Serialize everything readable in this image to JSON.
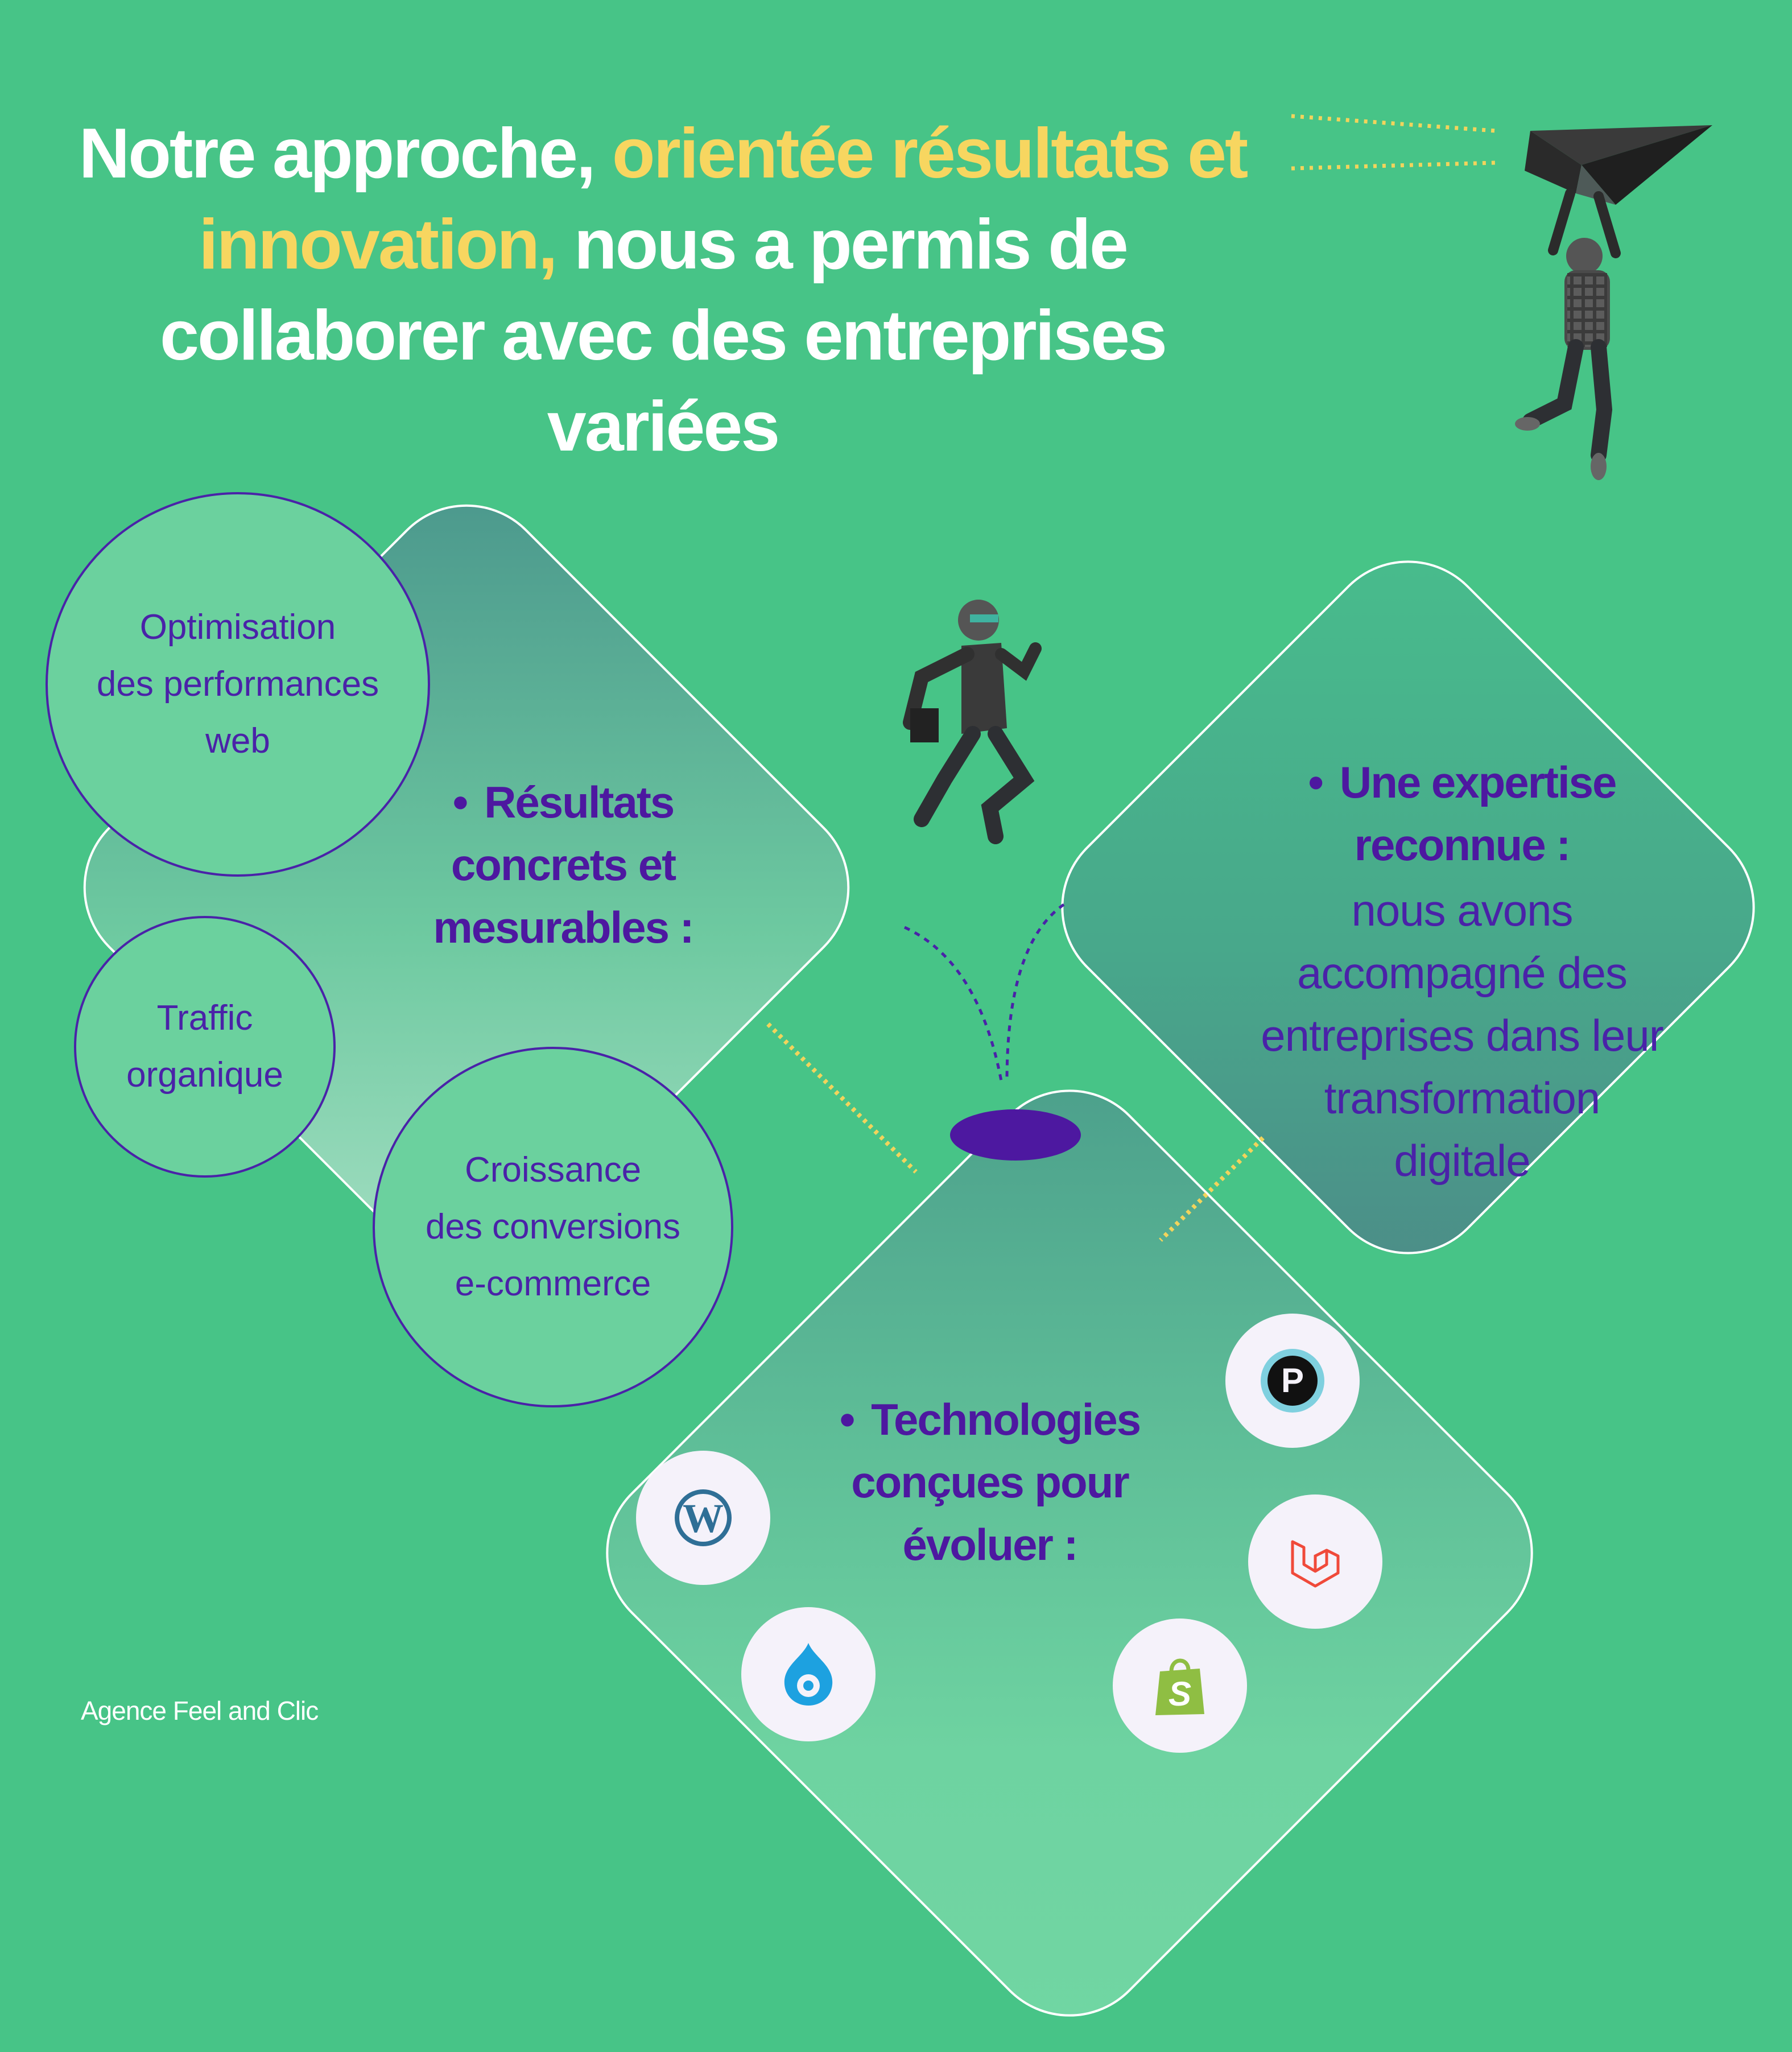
{
  "headline": {
    "part1": "Notre approche, ",
    "highlight": "orientée résultats et innovation,",
    "part2": " nous a permis de collaborer avec des entreprises variées"
  },
  "results_block": {
    "title": "Résultats concrets et mesurables :",
    "circles": [
      {
        "lines": [
          "Optimisation",
          "des performances",
          "web"
        ]
      },
      {
        "lines": [
          "Traffic",
          "organique"
        ]
      },
      {
        "lines": [
          "Croissance",
          "des conversions",
          "e-commerce"
        ]
      }
    ]
  },
  "expertise_block": {
    "title": "Une expertise reconnue :",
    "body_lines": [
      "nous avons",
      "accompagné des",
      "entreprises dans leur",
      "transformation",
      "digitale"
    ]
  },
  "tech_block": {
    "title": "Technologies conçues pour évoluer :",
    "logos": [
      "wordpress-logo",
      "drupal-logo",
      "prestashop-logo",
      "laravel-logo",
      "shopify-logo"
    ]
  },
  "footer": {
    "brand": "Agence Feel and Clic"
  },
  "colors": {
    "background": "#47c487",
    "highlight": "#f7d660",
    "purple": "#4d18a0",
    "white": "#ffffff"
  }
}
